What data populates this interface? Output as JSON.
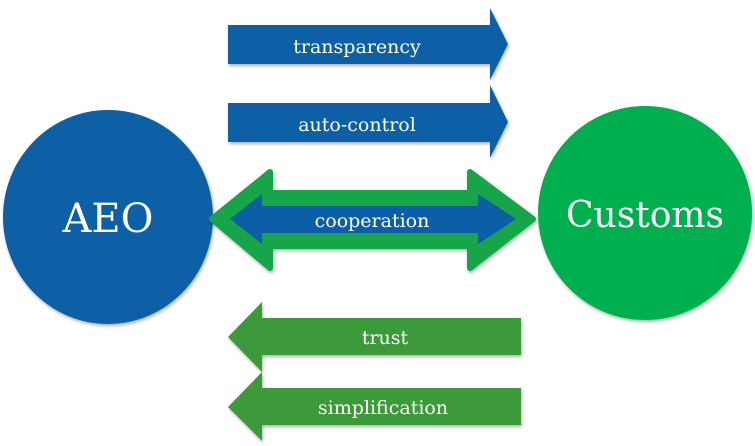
{
  "nodes": {
    "left": {
      "label": "AEO",
      "color": "#0c5fa6"
    },
    "right": {
      "label": "Customs",
      "color": "#00b04f"
    }
  },
  "arrows": [
    {
      "label": "transparency",
      "direction": "right",
      "color": "#0c5fa6"
    },
    {
      "label": "auto-control",
      "direction": "right",
      "color": "#0c5fa6"
    },
    {
      "label": "cooperation",
      "direction": "both",
      "color": "#0c5fa6",
      "outline": "#12a54a"
    },
    {
      "label": "trust",
      "direction": "left",
      "color": "#3d9a3a"
    },
    {
      "label": "simplification",
      "direction": "left",
      "color": "#3d9a3a"
    }
  ]
}
